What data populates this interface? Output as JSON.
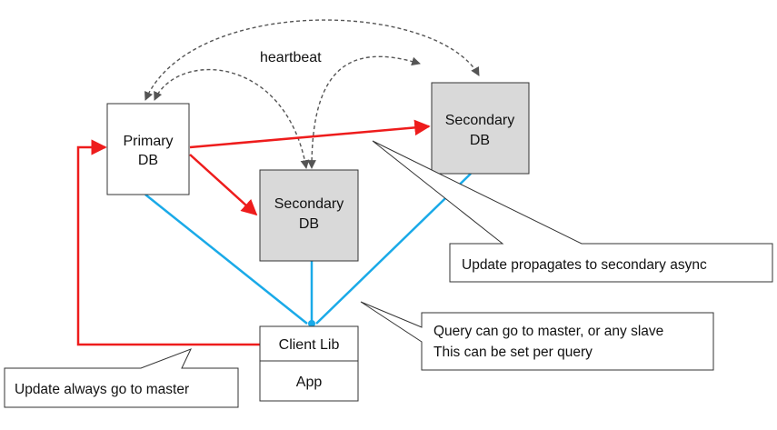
{
  "colors": {
    "update_arrow": "#ee1c1c",
    "query_arrow": "#1aaae8",
    "heartbeat": "#555555",
    "secondary_fill": "#d9d9d9",
    "primary_fill": "#ffffff",
    "border": "#333333"
  },
  "nodes": {
    "primary": {
      "line1": "Primary",
      "line2": "DB"
    },
    "secondary_top": {
      "line1": "Secondary",
      "line2": "DB"
    },
    "secondary_mid": {
      "line1": "Secondary",
      "line2": "DB"
    },
    "client_lib": "Client Lib",
    "app": "App"
  },
  "labels": {
    "heartbeat": "heartbeat"
  },
  "callouts": {
    "propagate": "Update propagates to secondary async",
    "query_line1": "Query can go to master, or any slave",
    "query_line2": "This can be set per query",
    "master": "Update always go to master"
  }
}
